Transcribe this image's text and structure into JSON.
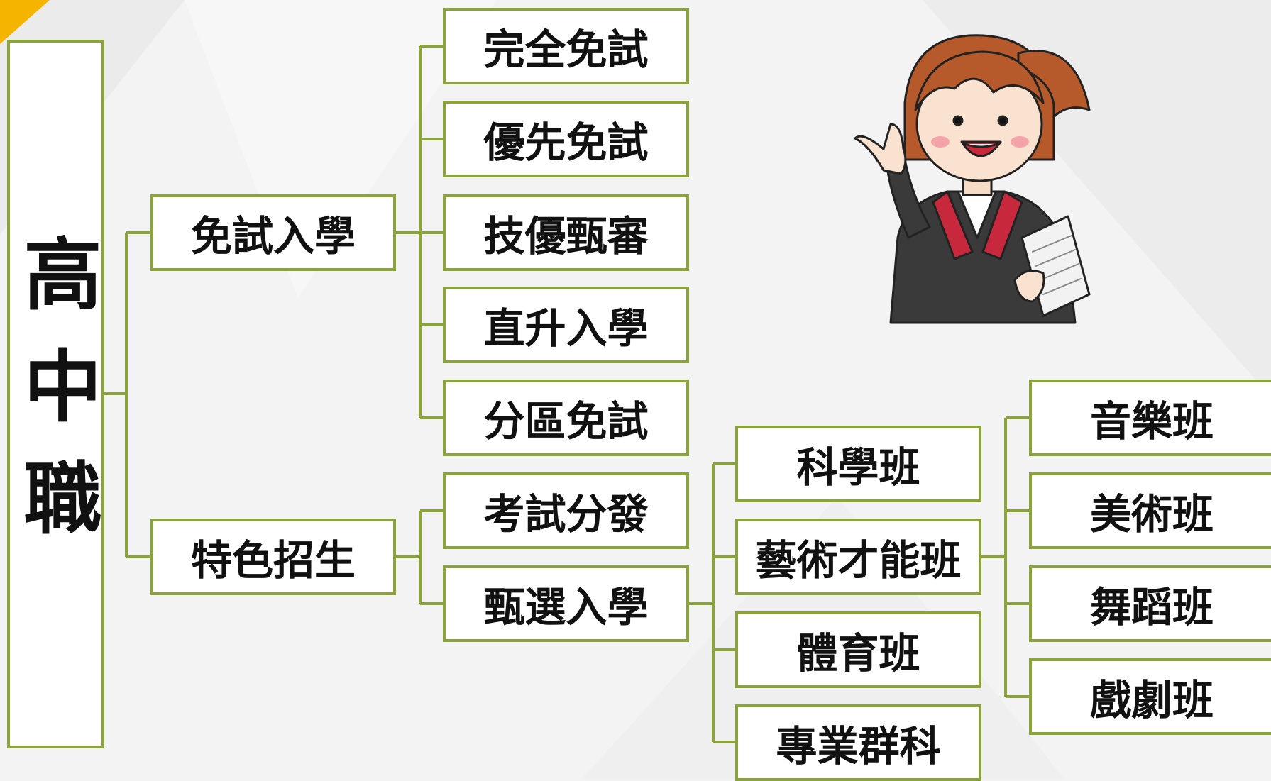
{
  "colors": {
    "border": "#8aa33a",
    "connector": "#8aa33a",
    "accent": "#f5b400"
  },
  "root": {
    "label": "高中職"
  },
  "branches": {
    "free_exam": {
      "label": "免試入學",
      "children": [
        "完全免試",
        "優先免試",
        "技優甄審",
        "直升入學",
        "分區免試"
      ]
    },
    "featured": {
      "label": "特色招生",
      "children": [
        "考試分發",
        "甄選入學"
      ]
    }
  },
  "selection_children": [
    "科學班",
    "藝術才能班",
    "體育班",
    "專業群科"
  ],
  "arts_children": [
    "音樂班",
    "美術班",
    "舞蹈班",
    "戲劇班"
  ],
  "illustration": {
    "icon": "teacher-character-illustration"
  }
}
